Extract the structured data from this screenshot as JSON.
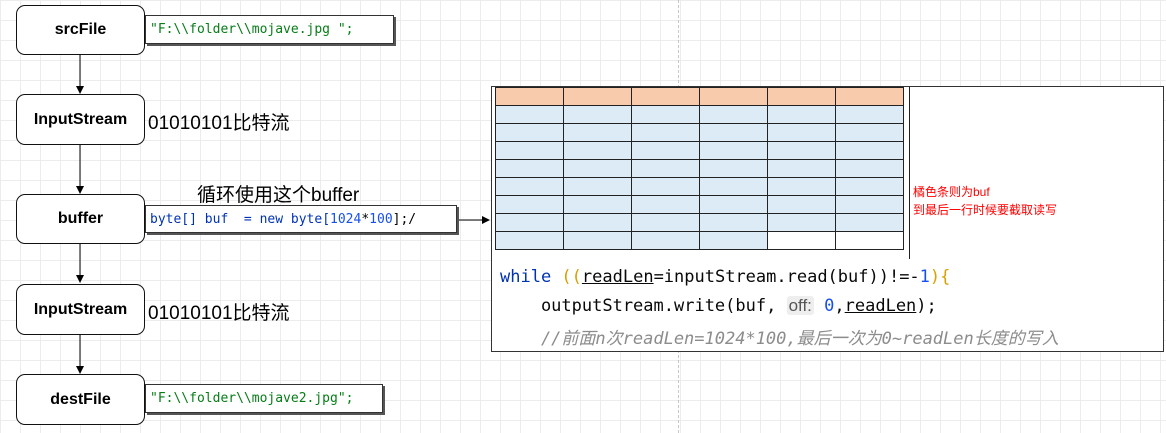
{
  "nodes": {
    "src": "srcFile",
    "input1": "InputStream",
    "buffer": "buffer",
    "input2": "InputStream",
    "dest": "destFile"
  },
  "code": {
    "src_path": "\"F:\\\\folder\\\\mojave.jpg \";",
    "buffer_decl_1": "byte[] buf  = ",
    "buffer_decl_kw": "new ",
    "buffer_decl_2": "byte[",
    "buffer_decl_num": "1024",
    "buffer_decl_3": "*",
    "buffer_decl_num2": "100",
    "buffer_decl_4": "];/",
    "dest_path": "\"F:\\\\folder\\\\mojave2.jpg\";"
  },
  "annotations": {
    "bits1": "01010101比特流",
    "loop": "循环使用这个buffer",
    "bits2": "01010101比特流"
  },
  "table": {
    "rows": 9,
    "cols": 6,
    "blank_cells_last_row": 2,
    "orange_color": "#f8cbad",
    "blue_color": "#ddebf7",
    "note_line1": "橘色条则为buf",
    "note_line2": "到最后一行时候要截取读写"
  },
  "code_panel": {
    "l1_kw": "while",
    "l1_a": " ((",
    "l1_var": "readLen",
    "l1_b": "=inputStream.read(buf))!=-",
    "l1_num": "1",
    "l1_c": "){",
    "l2_a": "    outputStream.write(buf, ",
    "l2_hint": "off:",
    "l2_num": " 0",
    "l2_b": ",",
    "l2_var": "readLen",
    "l2_c": ");",
    "l3_comment": "    //前面n次readLen=1024*100,最后一次为0~readLen长度的写入"
  }
}
